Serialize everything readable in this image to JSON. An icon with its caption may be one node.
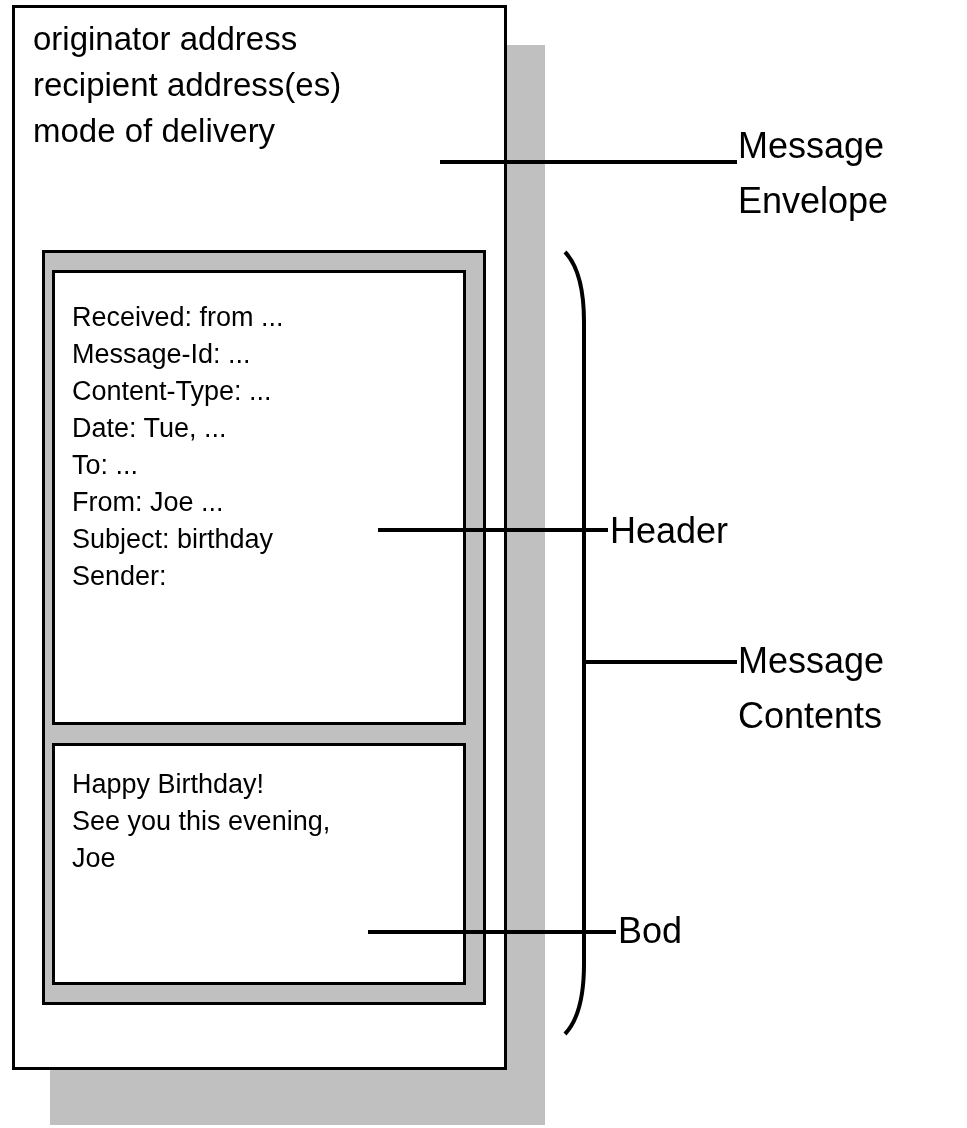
{
  "diagram": {
    "nodes": [
      {
        "text": [
          "originator address",
          "recipient address(es)",
          "mode of delivery"
        ]
      },
      {
        "text": [],
        "shape": "box",
        "in": 0
      },
      {
        "text": [
          "Received: from ...",
          "Message-Id: ...",
          "Content-Type: ...",
          "Date: Tue, ...",
          "To: ...",
          "From: Joe ...",
          "Subject: birthday",
          "Sender:"
        ],
        "in": 1
      },
      {
        "text": [
          "Happy Birthday!",
          "See you this evening,",
          "Joe"
        ],
        "in": 1
      },
      {
        "text": [],
        "shape": "bracket"
      },
      {
        "text": [
          "Message Envelope"
        ]
      },
      {
        "text": [
          "Header"
        ]
      },
      {
        "text": [
          "Message Contents"
        ]
      },
      {
        "text": [
          "Bod"
        ]
      }
    ],
    "edges": [
      {
        "from": 5,
        "to": 0,
        "arrow": "none"
      },
      {
        "from": 6,
        "to": 2,
        "arrow": "none"
      },
      {
        "from": 7,
        "to": 4,
        "arrow": "none"
      },
      {
        "from": 8,
        "to": 3,
        "arrow": "none"
      }
    ]
  }
}
